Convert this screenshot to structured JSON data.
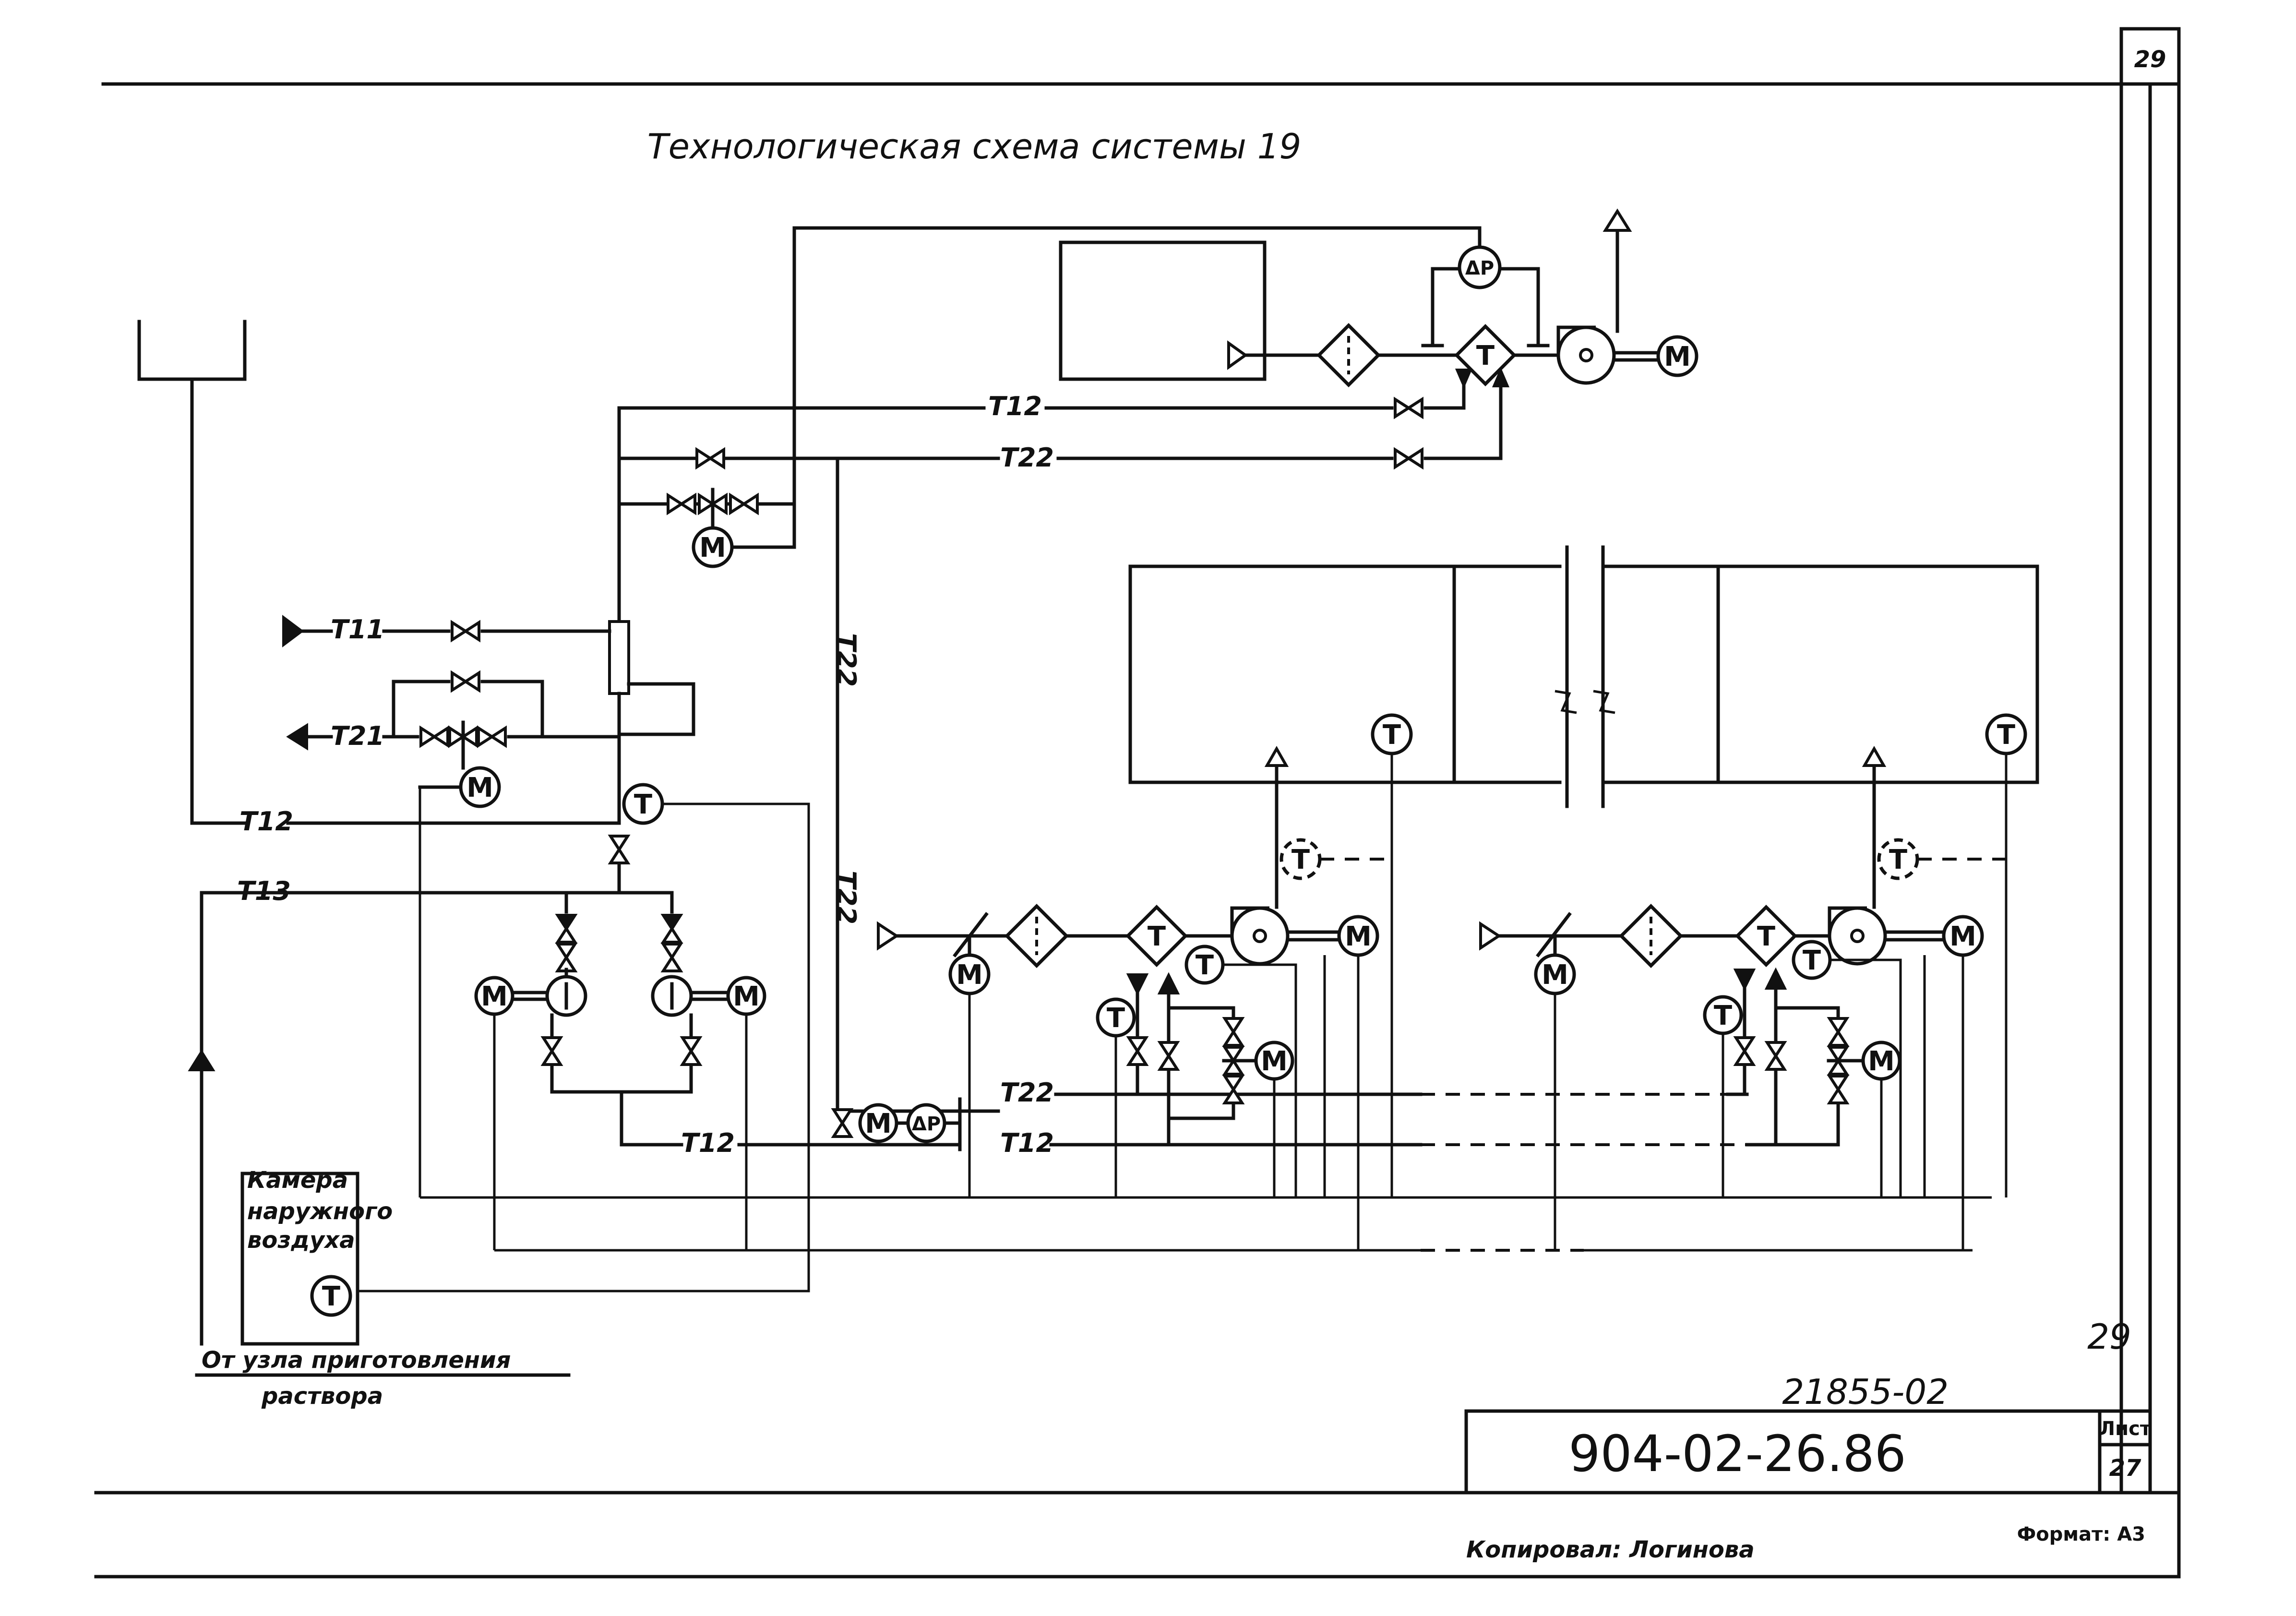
{
  "sheet": {
    "title": "Технологическая схема системы 19",
    "page_number_top": "29",
    "page_number_mark": "29",
    "archive_number": "21855-02",
    "document_code": "904-02-26.86",
    "sheet_label": "Лист",
    "sheet_number": "27",
    "copied_by": "Копировал: Логинова",
    "format": "Формат: А3"
  },
  "pipes": {
    "t11": "Т11",
    "t21": "Т21",
    "t12": "Т12",
    "t13": "Т13",
    "t22": "Т22"
  },
  "symbols": {
    "motor": "М",
    "temperature": "Т",
    "pressure_diff": "ΔР"
  },
  "notes": {
    "outdoor_chamber": [
      "Камера",
      "наружного",
      "воздуха"
    ],
    "from_unit": "От узла приготовления",
    "from_unit_2": "раствора"
  },
  "colors": {
    "ink": "#111111",
    "paper": "#ffffff"
  }
}
